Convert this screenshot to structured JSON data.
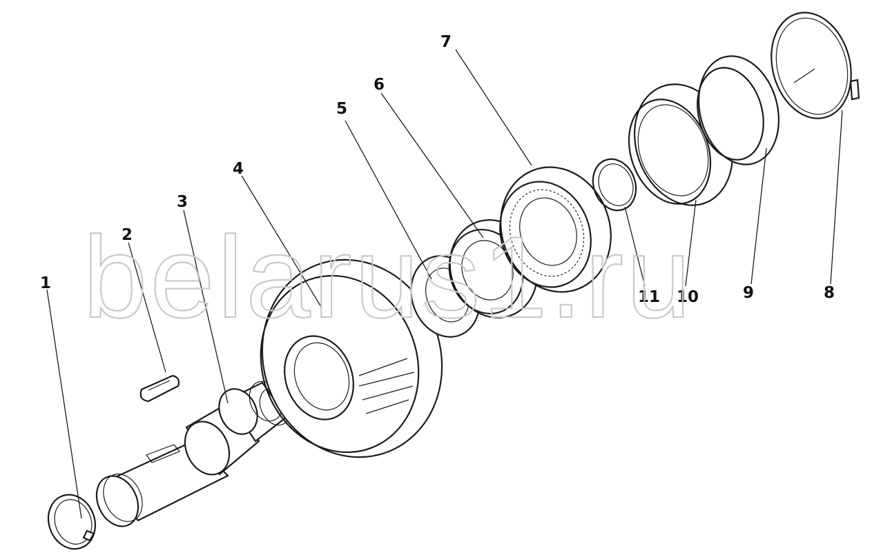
{
  "watermark": "belarus1.ru",
  "callouts": [
    {
      "id": "1",
      "label": "1"
    },
    {
      "id": "2",
      "label": "2"
    },
    {
      "id": "3",
      "label": "3"
    },
    {
      "id": "4",
      "label": "4"
    },
    {
      "id": "5",
      "label": "5"
    },
    {
      "id": "6",
      "label": "6"
    },
    {
      "id": "7",
      "label": "7"
    },
    {
      "id": "8",
      "label": "8"
    },
    {
      "id": "9",
      "label": "9"
    },
    {
      "id": "10",
      "label": "10"
    },
    {
      "id": "11",
      "label": "11"
    }
  ]
}
